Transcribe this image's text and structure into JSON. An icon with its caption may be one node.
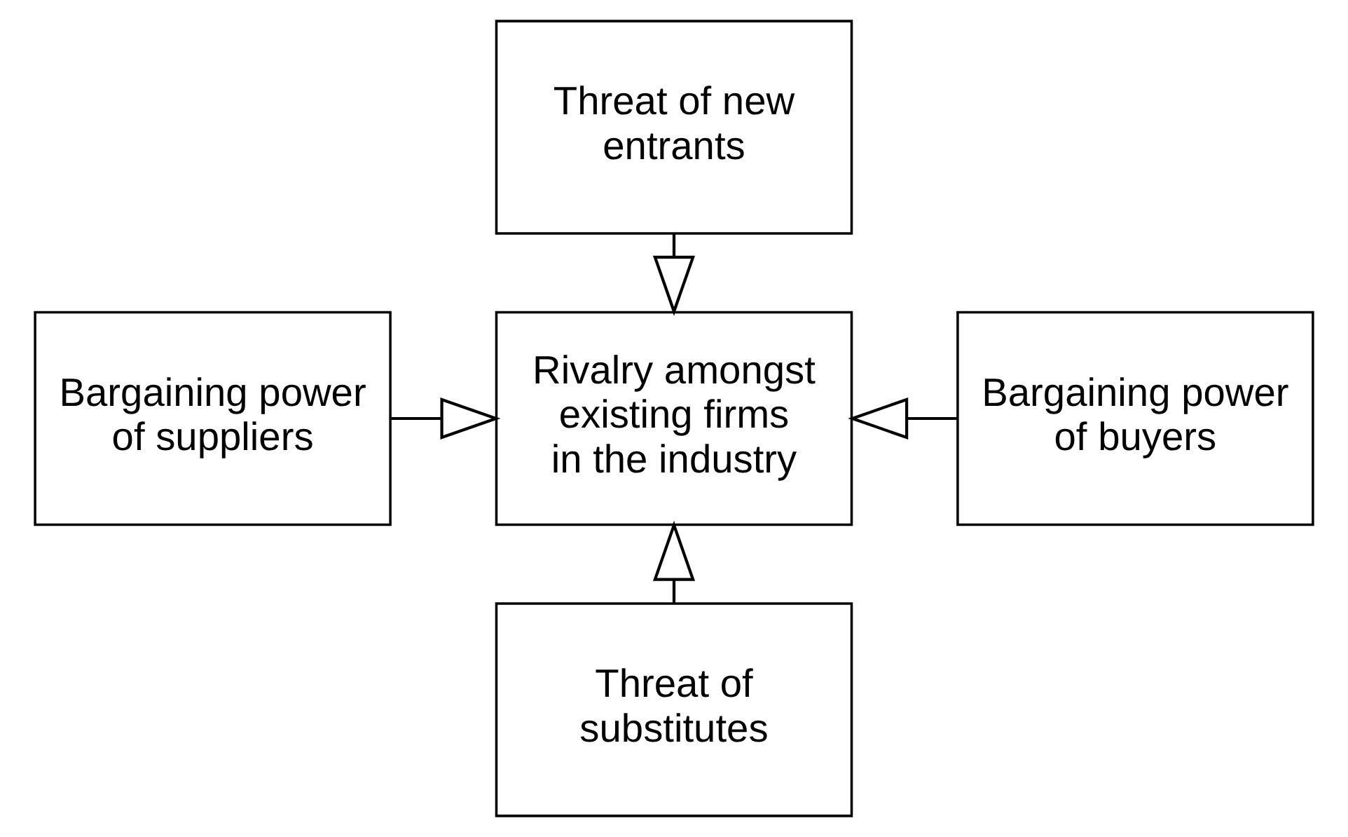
{
  "diagram": {
    "nodes": [
      {
        "text": [
          "Threat of new entrants"
        ]
      },
      {
        "text": [
          "Bargaining power of suppliers"
        ]
      },
      {
        "text": [
          "Rivalry amongst existing firms in the industry"
        ]
      },
      {
        "text": [
          "Bargaining power of buyers"
        ]
      },
      {
        "text": [
          "Threat of substitutes"
        ]
      }
    ],
    "edges": [
      {
        "from": 0,
        "to": 2,
        "arrow": "to"
      },
      {
        "from": 1,
        "to": 2,
        "arrow": "to"
      },
      {
        "from": 3,
        "to": 2,
        "arrow": "to"
      },
      {
        "from": 4,
        "to": 2,
        "arrow": "to"
      }
    ]
  }
}
